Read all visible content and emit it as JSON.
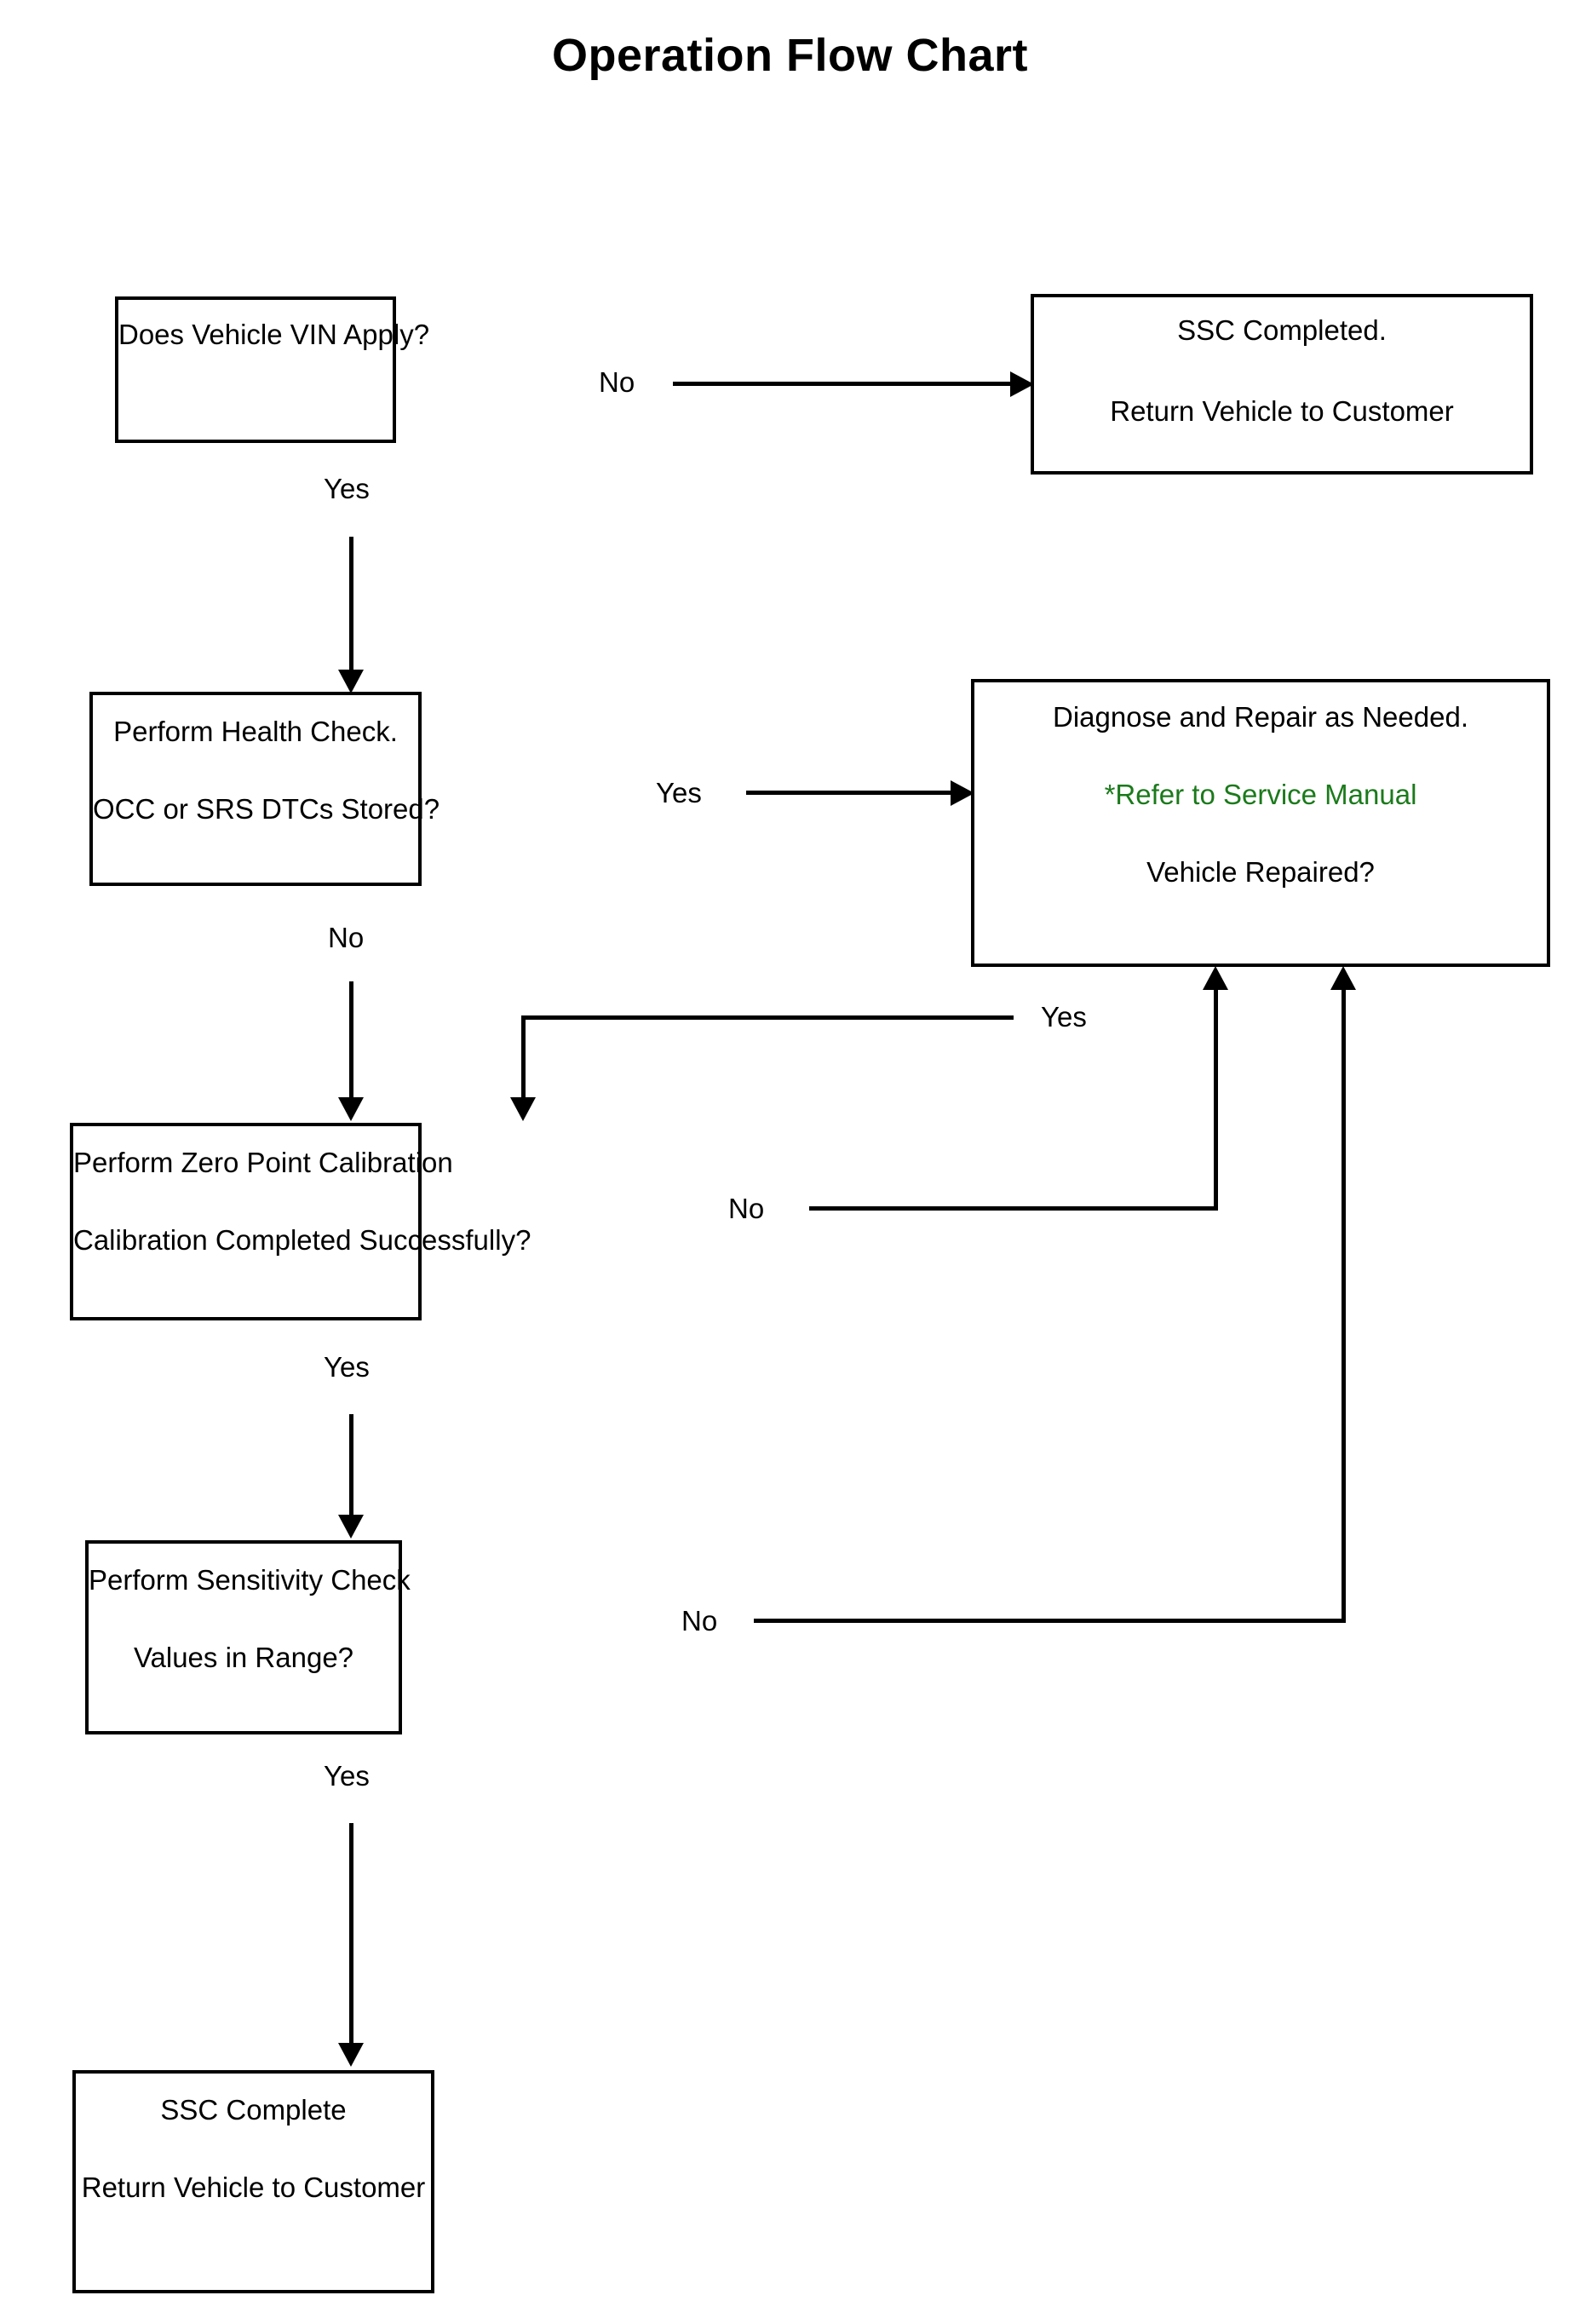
{
  "title": "Operation Flow Chart",
  "colors": {
    "stroke": "#000000",
    "background": "#ffffff",
    "note_green": "#1B7A1B"
  },
  "chart_data": {
    "type": "diagram",
    "title": "Operation Flow Chart",
    "nodes": [
      {
        "id": "vin",
        "lines": [
          "Does Vehicle VIN Apply?"
        ],
        "shape": "rectangle"
      },
      {
        "id": "ssc_completed",
        "lines": [
          "SSC Completed.",
          "Return Vehicle to Customer"
        ],
        "shape": "rectangle"
      },
      {
        "id": "health_check",
        "lines": [
          "Perform Health Check.",
          "OCC or SRS DTCs Stored?"
        ],
        "shape": "rectangle"
      },
      {
        "id": "diagnose",
        "lines": [
          "Diagnose and Repair as Needed.",
          "*Refer to Service Manual",
          "Vehicle Repaired?"
        ],
        "shape": "rectangle",
        "note_line_index": 1
      },
      {
        "id": "zero_point",
        "lines": [
          "Perform Zero Point Calibration",
          "Calibration Completed Successfully?"
        ],
        "shape": "rectangle"
      },
      {
        "id": "sensitivity",
        "lines": [
          "Perform Sensitivity Check",
          "Values in Range?"
        ],
        "shape": "rectangle"
      },
      {
        "id": "ssc_complete",
        "lines": [
          "SSC Complete",
          "Return Vehicle to Customer"
        ],
        "shape": "rectangle"
      }
    ],
    "edges": [
      {
        "id": "vin_no",
        "from": "vin",
        "to": "ssc_completed",
        "label": "No"
      },
      {
        "id": "vin_yes",
        "from": "vin",
        "to": "health_check",
        "label": "Yes"
      },
      {
        "id": "health_yes",
        "from": "health_check",
        "to": "diagnose",
        "label": "Yes"
      },
      {
        "id": "health_no",
        "from": "health_check",
        "to": "zero_point",
        "label": "No"
      },
      {
        "id": "diagnose_yes",
        "from": "diagnose",
        "to": "zero_point",
        "label": "Yes"
      },
      {
        "id": "zero_no",
        "from": "zero_point",
        "to": "diagnose",
        "label": "No"
      },
      {
        "id": "zero_yes",
        "from": "zero_point",
        "to": "sensitivity",
        "label": "Yes"
      },
      {
        "id": "sens_no",
        "from": "sensitivity",
        "to": "diagnose",
        "label": "No"
      },
      {
        "id": "sens_yes",
        "from": "sensitivity",
        "to": "ssc_complete",
        "label": "Yes"
      }
    ]
  },
  "nodes": {
    "vin": {
      "l1": "Does Vehicle VIN Apply?"
    },
    "ssc_completed": {
      "l1": "SSC Completed.",
      "l2": "Return Vehicle to Customer"
    },
    "health_check": {
      "l1": "Perform Health Check.",
      "l2": "OCC or SRS DTCs Stored?"
    },
    "diagnose": {
      "l1": "Diagnose and Repair as Needed.",
      "l2": "*Refer to Service Manual",
      "l3": "Vehicle Repaired?"
    },
    "zero_point": {
      "l1": "Perform Zero Point Calibration",
      "l2": "Calibration Completed Successfully?"
    },
    "sensitivity": {
      "l1": "Perform Sensitivity Check",
      "l2": "Values in Range?"
    },
    "ssc_complete": {
      "l1": "SSC Complete",
      "l2": "Return Vehicle to Customer"
    }
  },
  "labels": {
    "vin_no": "No",
    "vin_yes": "Yes",
    "health_yes": "Yes",
    "health_no": "No",
    "diagnose_yes": "Yes",
    "zero_no": "No",
    "zero_yes": "Yes",
    "sens_no": "No",
    "sens_yes": "Yes"
  }
}
